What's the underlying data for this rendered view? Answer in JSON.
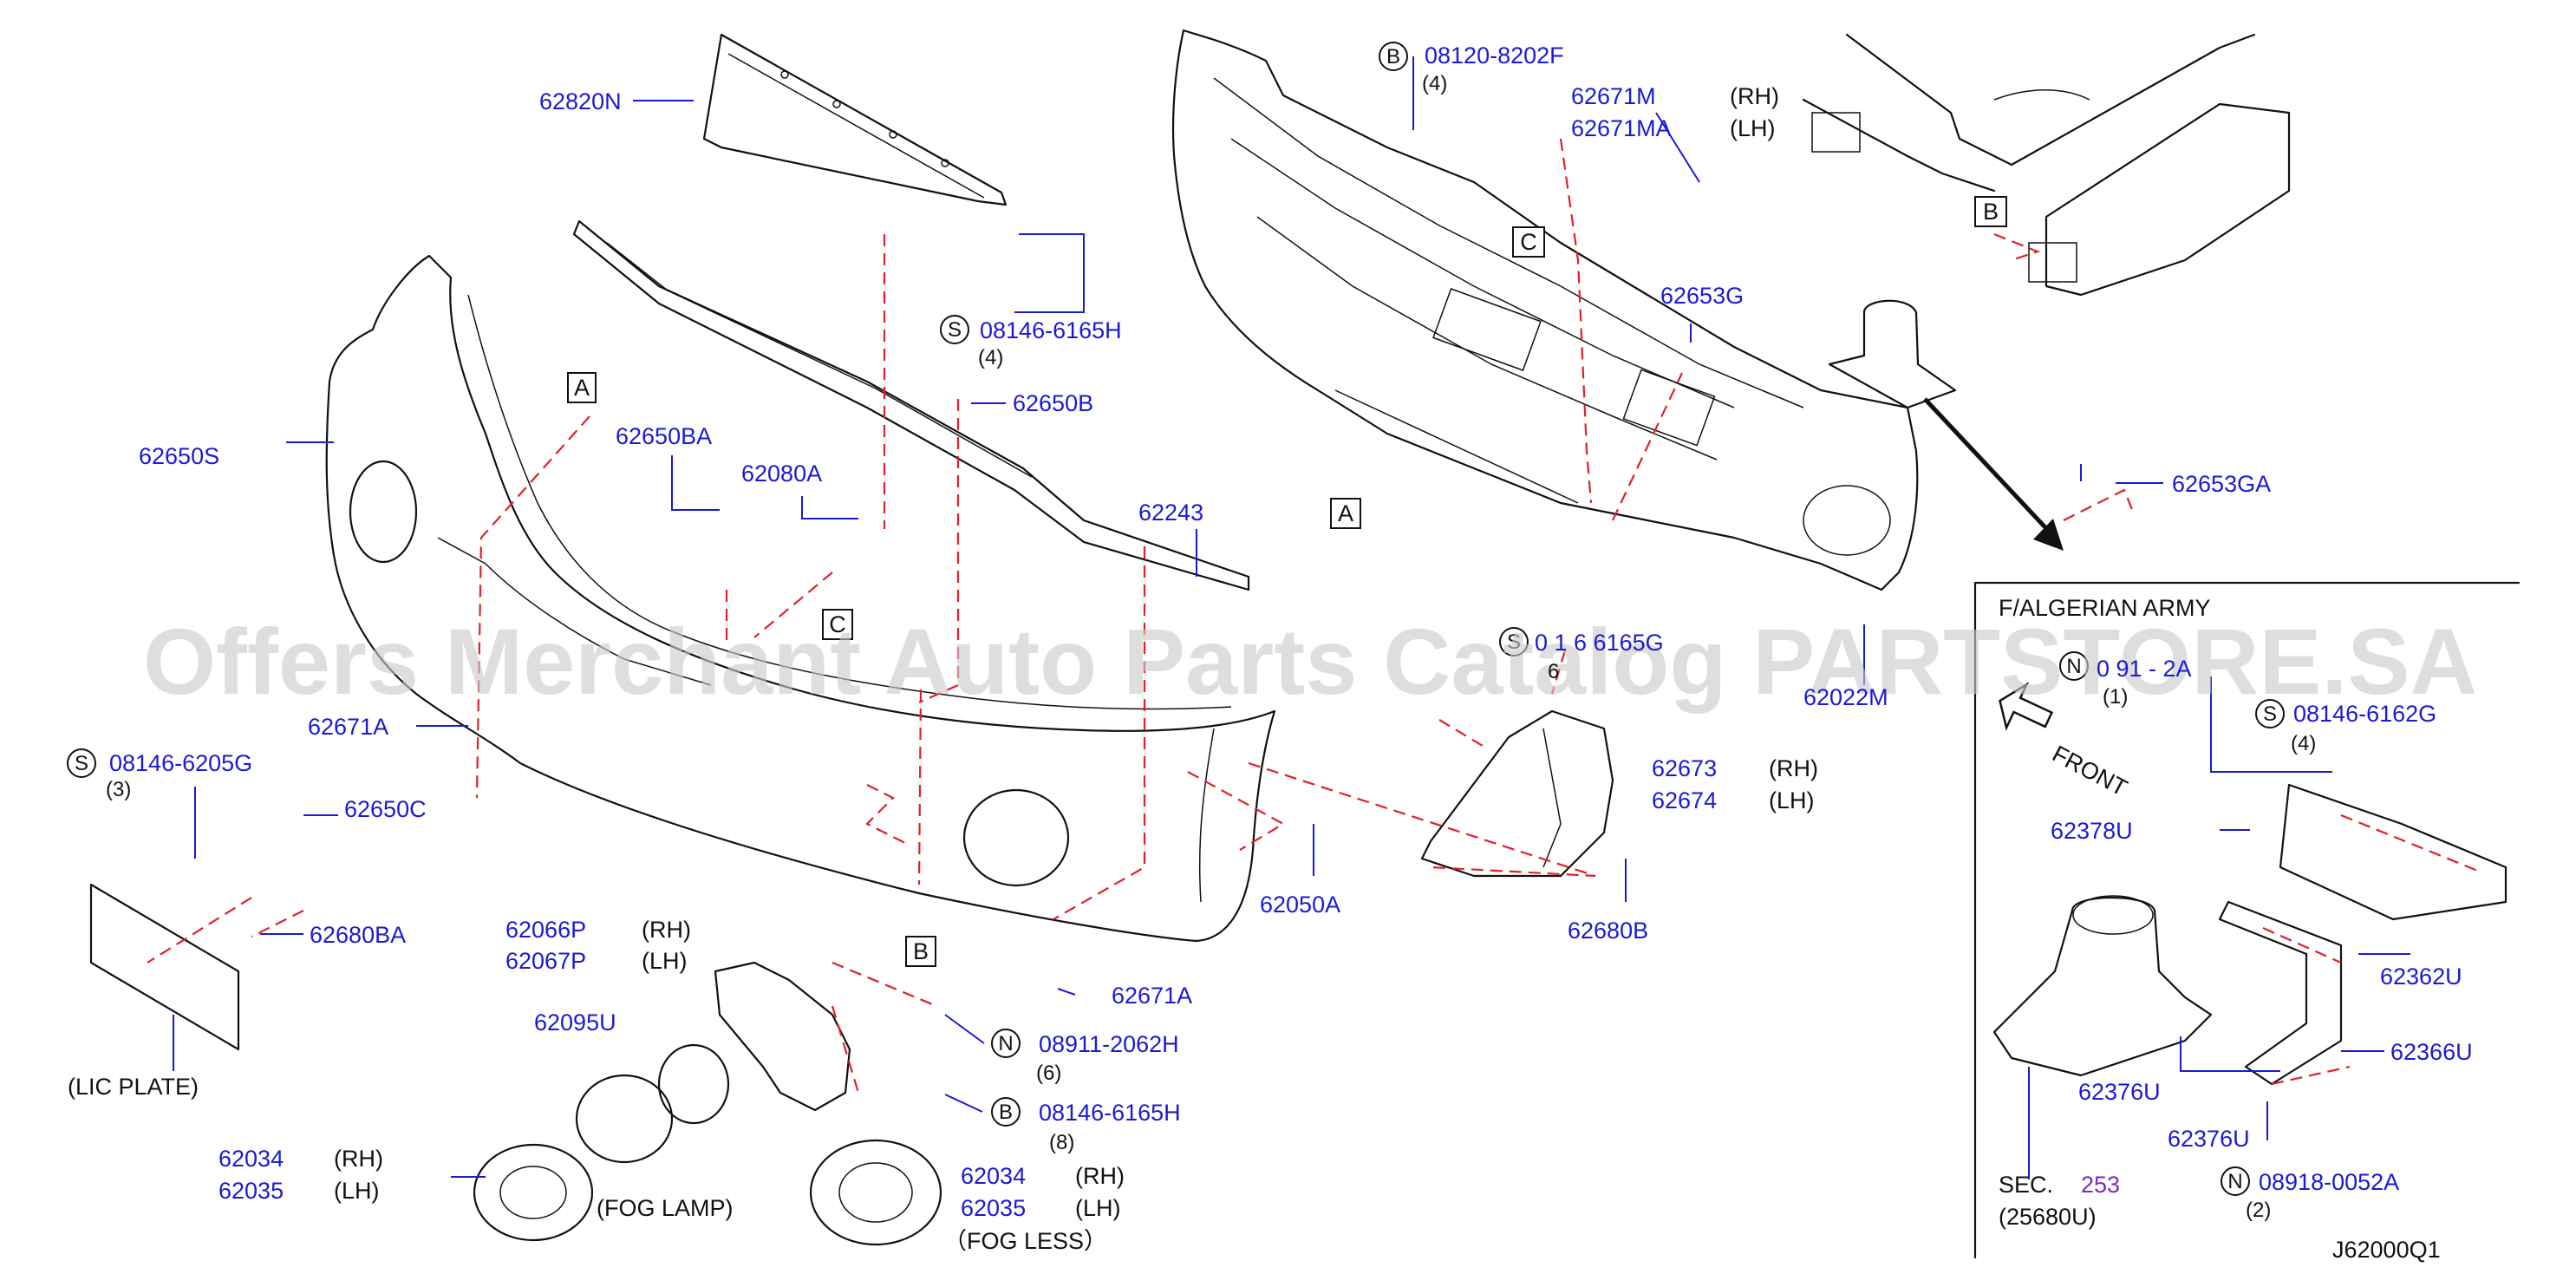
{
  "diagram_code": "J62000Q1",
  "watermark": "Offers Merchant Auto Parts Catalog PARTSTORE.SA",
  "colors": {
    "part_number": "#1a1ad4",
    "guide_line": "#e0202a",
    "section_ref": "#7a2ac8",
    "ink": "#111111"
  },
  "ref_letters": {
    "a": "A",
    "b": "B",
    "c": "C"
  },
  "symbols": {
    "b": "B",
    "s": "S",
    "n": "N"
  },
  "parts": {
    "p62820N": "62820N",
    "p08146_6165H": "08146-6165H",
    "p08146_6165H_qty": "(4)",
    "p62650B": "62650B",
    "p62650BA": "62650BA",
    "p62080A": "62080A",
    "p62243": "62243",
    "p62650S": "62650S",
    "p62671A_1": "62671A",
    "p08146_6205G": "08146-6205G",
    "p08146_6205G_qty": "(3)",
    "p62650C": "62650C",
    "p62680BA": "62680BA",
    "lic_plate": "(LIC   PLATE)",
    "p62066P": "62066P",
    "p62067P": "62067P",
    "rh": "(RH)",
    "lh": "(LH)",
    "p62095U": "62095U",
    "p62034": "62034",
    "p62035": "62035",
    "fog_lamp": "(FOG   LAMP)",
    "fog_less": "（FOG   LESS）",
    "p62671A_2": "62671A",
    "p08911_2062H": "08911-2062H",
    "p08911_2062H_qty": "(6)",
    "p08146_6165H_b": "08146-6165H",
    "p08146_6165H_b_qty": "(8)",
    "p08120_8202F": "08120-8202F",
    "p08120_8202F_qty": "(4)",
    "p62671M": "62671M",
    "p62671MA": "62671MA",
    "p62653G": "62653G",
    "p62653GA": "62653GA",
    "p62022M": "62022M",
    "p08146_6165G_partial": "0 1 6 6165G",
    "p08146_6165G_qty": "6",
    "p62673": "62673",
    "p62674": "62674",
    "p62050A": "62050A",
    "p62680B": "62680B",
    "inset_title": "F/ALGERIAN   ARMY",
    "p08911_inset_partial": "0 91  - 2A",
    "p08911_inset_qty": "(1)",
    "front": "FRONT",
    "p08146_6162G": "08146-6162G",
    "p08146_6162G_qty": "(4)",
    "p62378U": "62378U",
    "p62362U": "62362U",
    "p62366U": "62366U",
    "p62376U_a": "62376U",
    "p62376U_b": "62376U",
    "p08918_0052A": "08918-0052A",
    "p08918_0052A_qty": "(2)",
    "sec_label": "SEC.",
    "sec_num": "253",
    "sec_part": "(25680U)"
  }
}
